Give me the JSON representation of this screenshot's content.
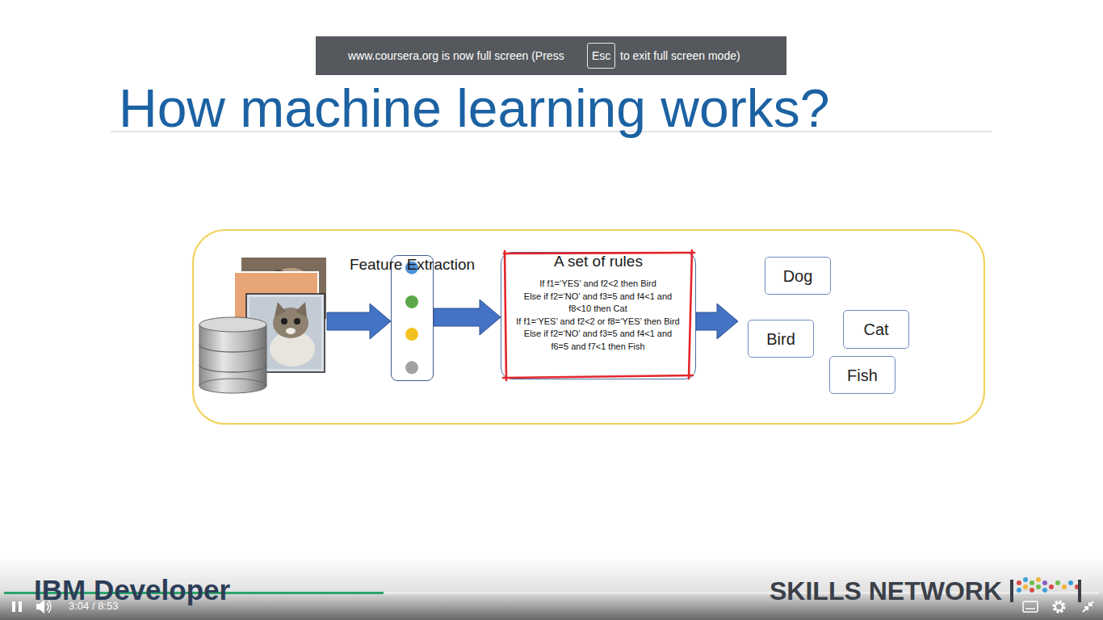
{
  "diagram": {
    "title": "How machine learning works?",
    "nodes": [
      {
        "text": [
          "Feature Extraction"
        ]
      },
      {
        "text": [
          "If f1=‘YES’ and f2<2 then Bird",
          "Else if f2=‘NO’ and f3=5 and f4<1 and f8<10 then Cat",
          "If f1=‘YES’ and f2<2 or f8=‘YES’ then Bird",
          "Else if f2=‘NO’ and f3=5 and f4<1 and f6=5 and f7<1 then Fish",
          "A set of rules"
        ]
      },
      {
        "text": [
          "Dog"
        ]
      },
      {
        "text": [
          "Bird"
        ]
      },
      {
        "text": [
          "Cat"
        ]
      },
      {
        "text": [
          "Fish"
        ]
      }
    ],
    "edges": [
      {
        "from": 0,
        "to": 1,
        "arrow": "to"
      }
    ],
    "labels": [
      "www.coursera.org is now full screen (Press",
      "Esc",
      "to exit full screen mode)",
      "IBM Developer",
      "SKILLS NETWORK",
      "3:04 / 8:53"
    ]
  }
}
